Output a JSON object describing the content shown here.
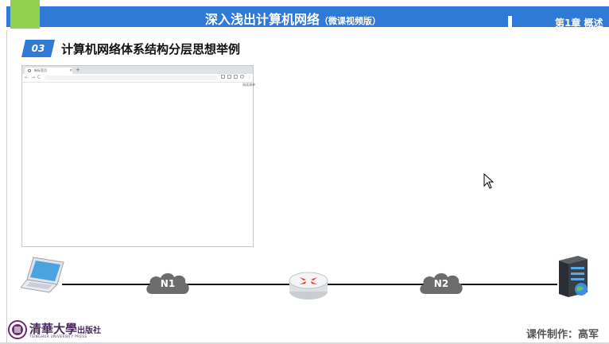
{
  "header": {
    "title": "深入浅出计算机网络",
    "subtitle": "（微课视频版）",
    "chapter": "第1章 概述"
  },
  "section": {
    "number": "03",
    "title": "计算机网络体系结构分层思想举例"
  },
  "browser": {
    "tab_label": "新标签页",
    "tab_close": "×",
    "new_tab": "+",
    "nav_back": "←",
    "nav_forward": "→",
    "nav_reload": "C",
    "bookmark_label": "阅读清单"
  },
  "network": {
    "cloud1": "N1",
    "cloud2": "N2"
  },
  "footer": {
    "publisher": "清華大學",
    "press": "出版社",
    "publisher_en": "TSINGHUA UNIVERSITY PRESS",
    "author": "课件制作：高军"
  },
  "colors": {
    "header_blue": "#2f7ad6",
    "accent_green": "#92d050"
  }
}
